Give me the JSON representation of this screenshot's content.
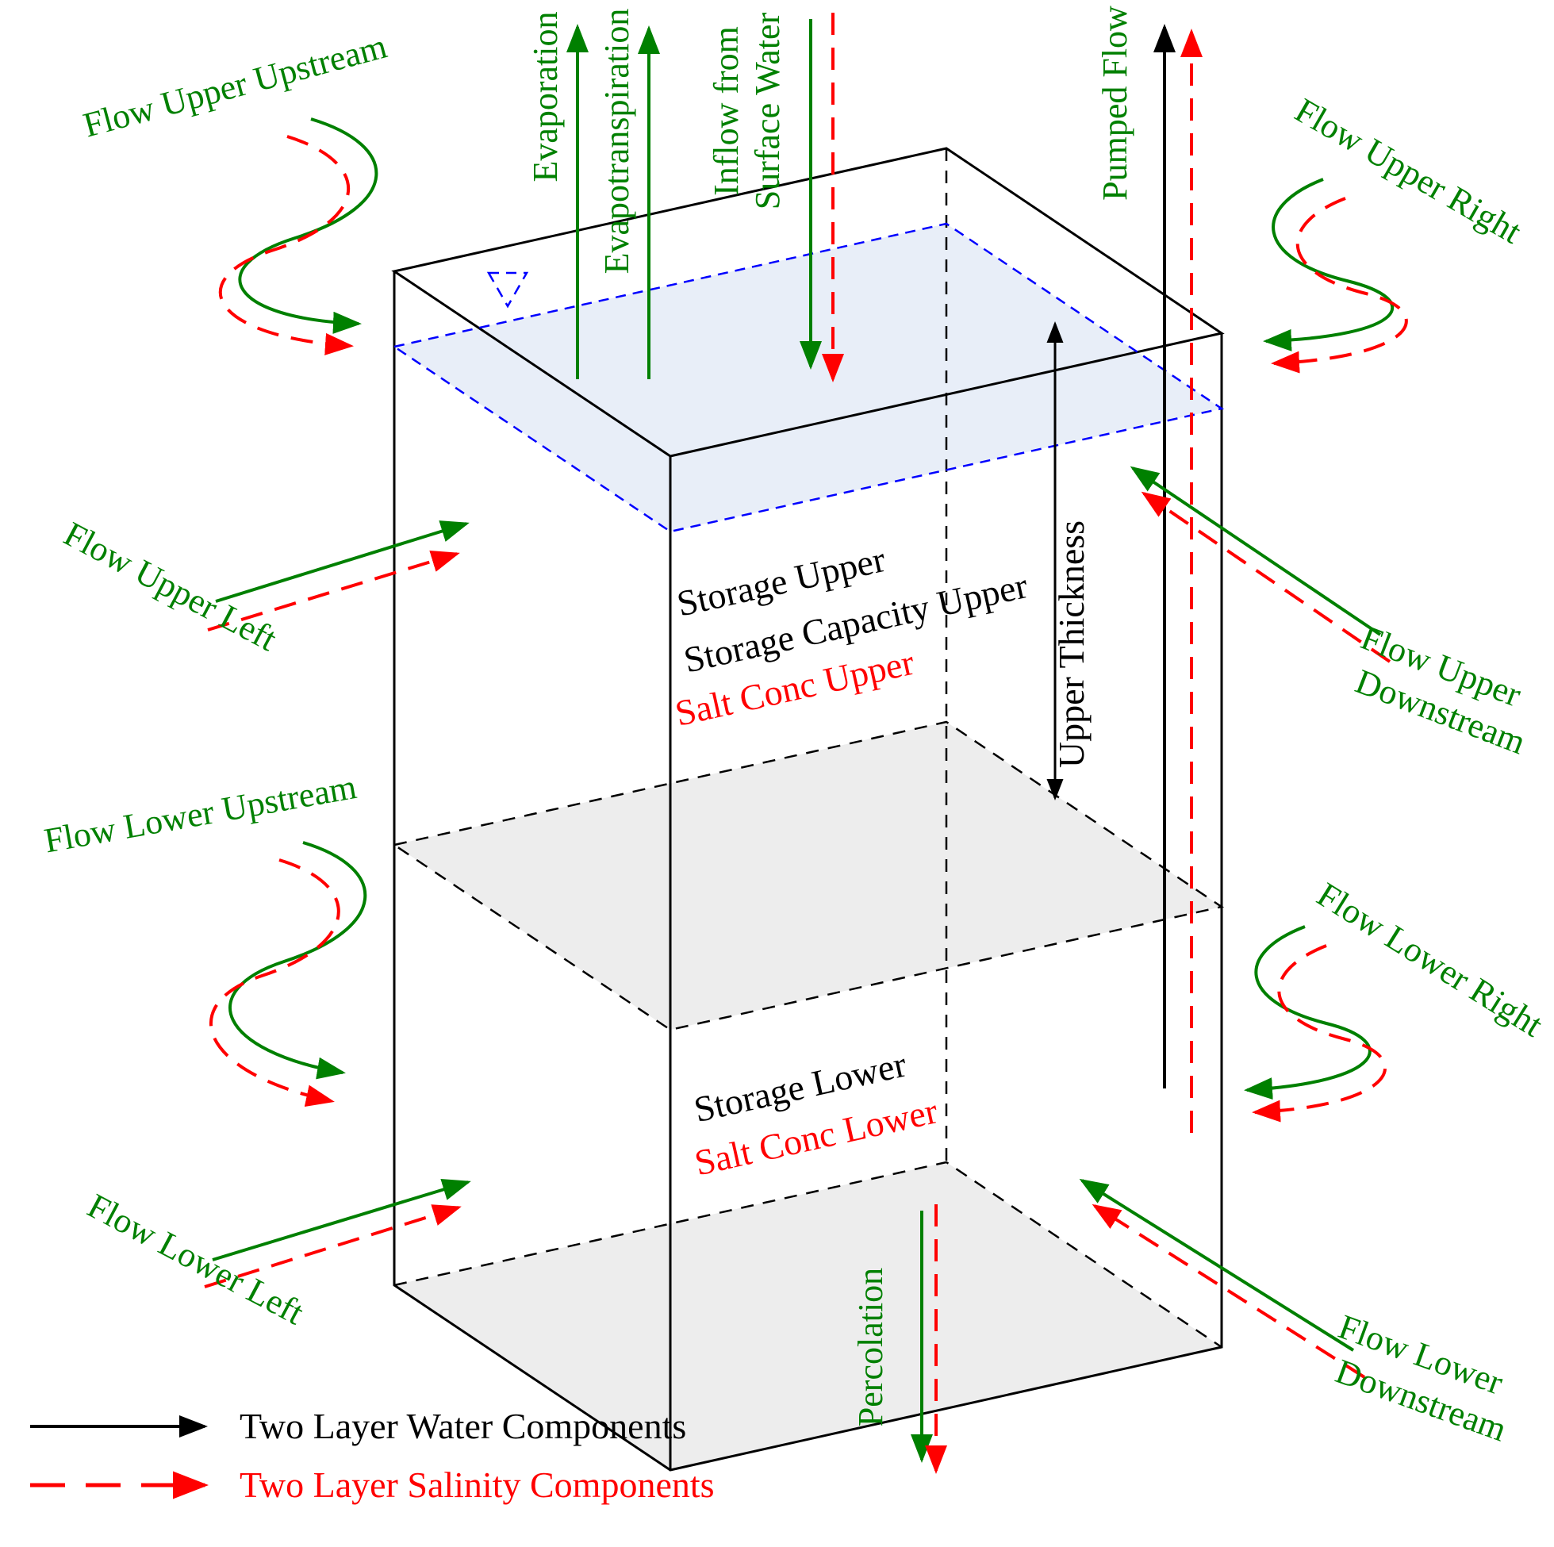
{
  "colors": {
    "water_component": "#008000",
    "salinity_component": "#ff0000",
    "water_surface": "#0000ff",
    "structure": "#000000"
  },
  "flows": {
    "upper_upstream": "Flow Upper Upstream",
    "upper_left": "Flow Upper Left",
    "upper_right": "Flow Upper Right",
    "upper_downstream_line1": "Flow Upper",
    "upper_downstream_line2": "Downstream",
    "lower_upstream": "Flow Lower Upstream",
    "lower_left": "Flow Lower Left",
    "lower_right": "Flow Lower Right",
    "lower_downstream_line1": "Flow Lower",
    "lower_downstream_line2": "Downstream",
    "evaporation": "Evaporation",
    "evapotranspiration": "Evapotranspiration",
    "inflow_line1": "Inflow from",
    "inflow_line2": "Surface Water",
    "pumped_flow": "Pumped Flow",
    "percolation": "Percolation"
  },
  "storage": {
    "upper_thickness": "Upper Thickness",
    "storage_upper": "Storage Upper",
    "storage_capacity_upper": "Storage Capacity Upper",
    "salt_conc_upper": "Salt Conc Upper",
    "storage_lower": "Storage Lower",
    "salt_conc_lower": "Salt Conc Lower"
  },
  "legend": {
    "water": "Two Layer Water Components",
    "salinity": "Two Layer Salinity Components"
  }
}
